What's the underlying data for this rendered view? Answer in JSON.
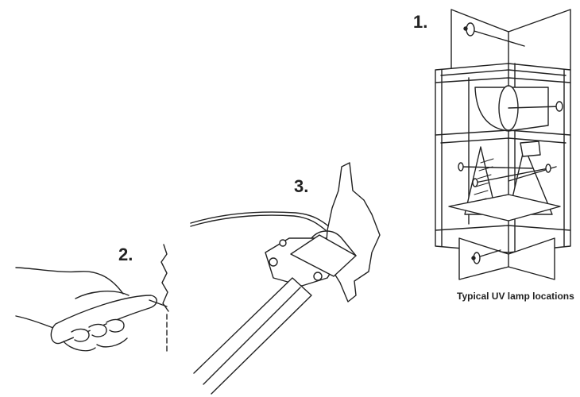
{
  "steps": [
    {
      "number": "1."
    },
    {
      "number": "2."
    },
    {
      "number": "3."
    }
  ],
  "caption": "Typical UV lamp locations",
  "colors": {
    "line": "#222222",
    "fill": "#ffffff",
    "shade": "#d9d9d9"
  },
  "icons": [
    "air-handler-cabinet-icon",
    "hand-with-knife-icon",
    "uv-lamp-icon"
  ]
}
